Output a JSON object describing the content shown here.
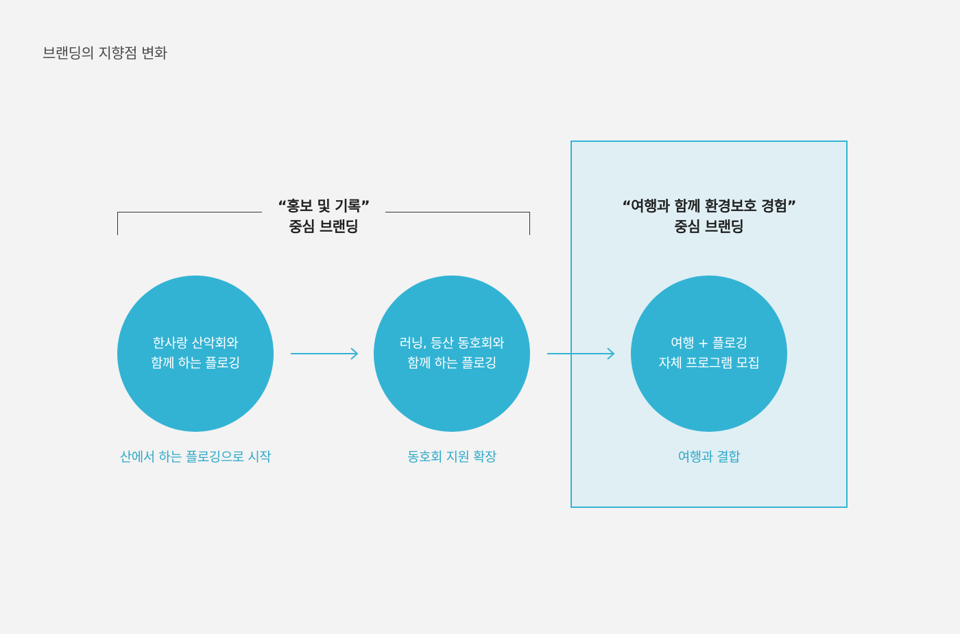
{
  "title": "브랜딩의 지향점 변화",
  "groups": {
    "left_heading": {
      "line1": "“홍보 및 기록”",
      "line2": "중심 브랜딩"
    },
    "right_heading": {
      "line1": "“여행과 함께 환경보호 경험”",
      "line2": "중심 브랜딩"
    }
  },
  "stages": [
    {
      "line1": "한사랑 산악회와",
      "line2": "함께 하는 플로깅",
      "caption": "산에서 하는 플로깅으로 시작"
    },
    {
      "line1": "러닝, 등산 동호회와",
      "line2": "함께 하는 플로깅",
      "caption": "동호회 지원 확장"
    },
    {
      "line1": "여행 + 플로깅",
      "line2": "자체 프로그램 모집",
      "caption": "여행과 결합"
    }
  ],
  "colors": {
    "accent": "#33b3d4",
    "highlight_fill": "#e0eff4",
    "background": "#f3f3f3"
  },
  "icons": {
    "connector": "arrow-right-icon"
  }
}
